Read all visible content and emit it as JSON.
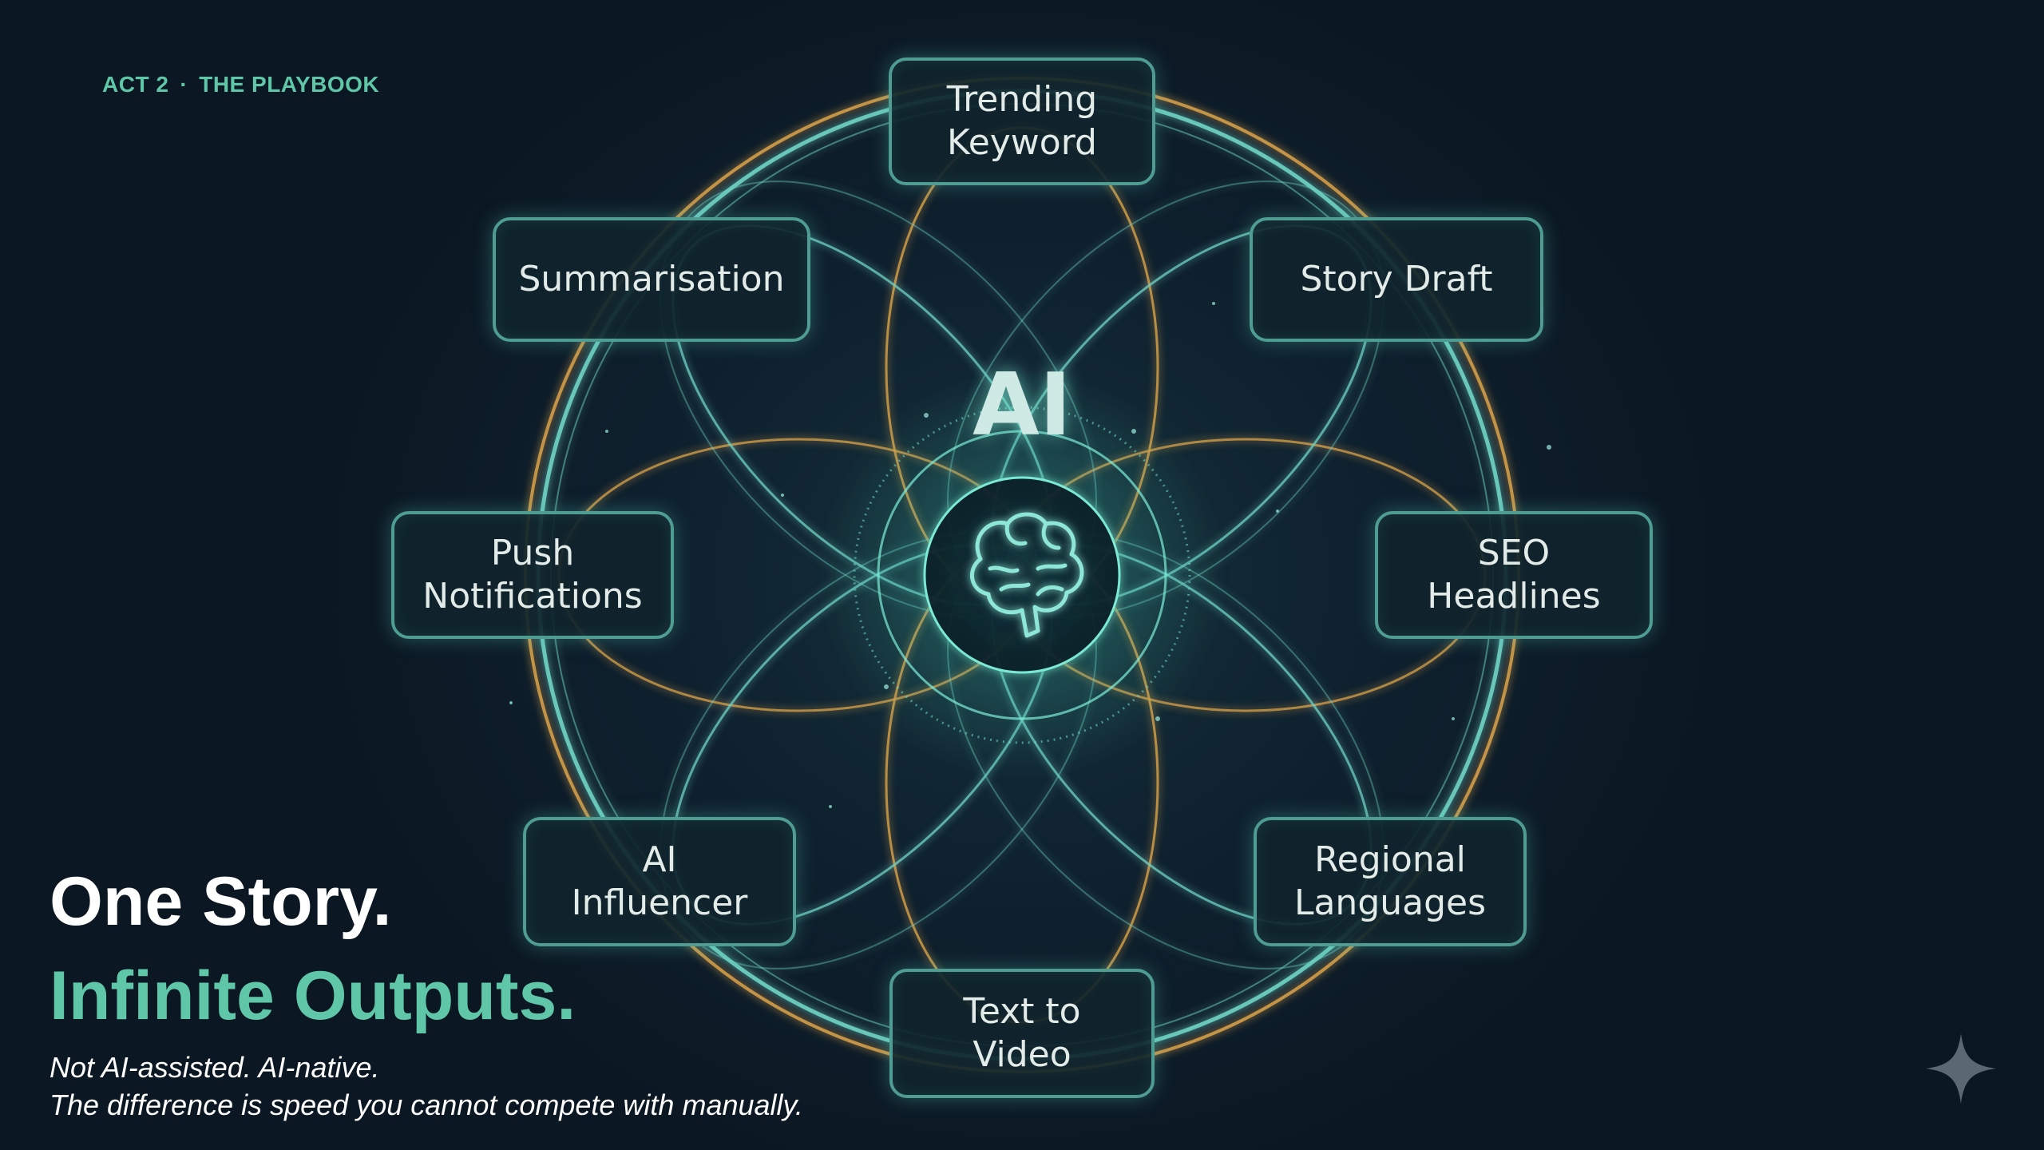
{
  "eyebrow": {
    "act": "ACT 2",
    "separator": "·",
    "section": "THE PLAYBOOK"
  },
  "center": {
    "label": "AI",
    "icon": "brain-icon"
  },
  "nodes": [
    {
      "id": "trending-keyword",
      "label": "Trending\nKeyword"
    },
    {
      "id": "story-draft",
      "label": "Story Draft"
    },
    {
      "id": "seo-headlines",
      "label": "SEO\nHeadlines"
    },
    {
      "id": "regional-languages",
      "label": "Regional\nLanguages"
    },
    {
      "id": "text-to-video",
      "label": "Text to\nVideo"
    },
    {
      "id": "ai-influencer",
      "label": "AI\nInfluencer"
    },
    {
      "id": "push-notifications",
      "label": "Push\nNotifications"
    },
    {
      "id": "summarisation",
      "label": "Summarisation"
    }
  ],
  "headline": {
    "line1": "One Story.",
    "line2": "Infinite Outputs."
  },
  "subtext": {
    "line1": "Not AI-assisted. AI-native.",
    "line2": "The difference is speed you cannot compete with manually."
  },
  "colors": {
    "accent": "#5fc7a8",
    "ring": "#6fd3c4",
    "gold": "#d9a24a",
    "node_border": "#4f9c93",
    "background": "#0d1a26"
  },
  "watermark": {
    "icon": "sparkle-icon"
  }
}
